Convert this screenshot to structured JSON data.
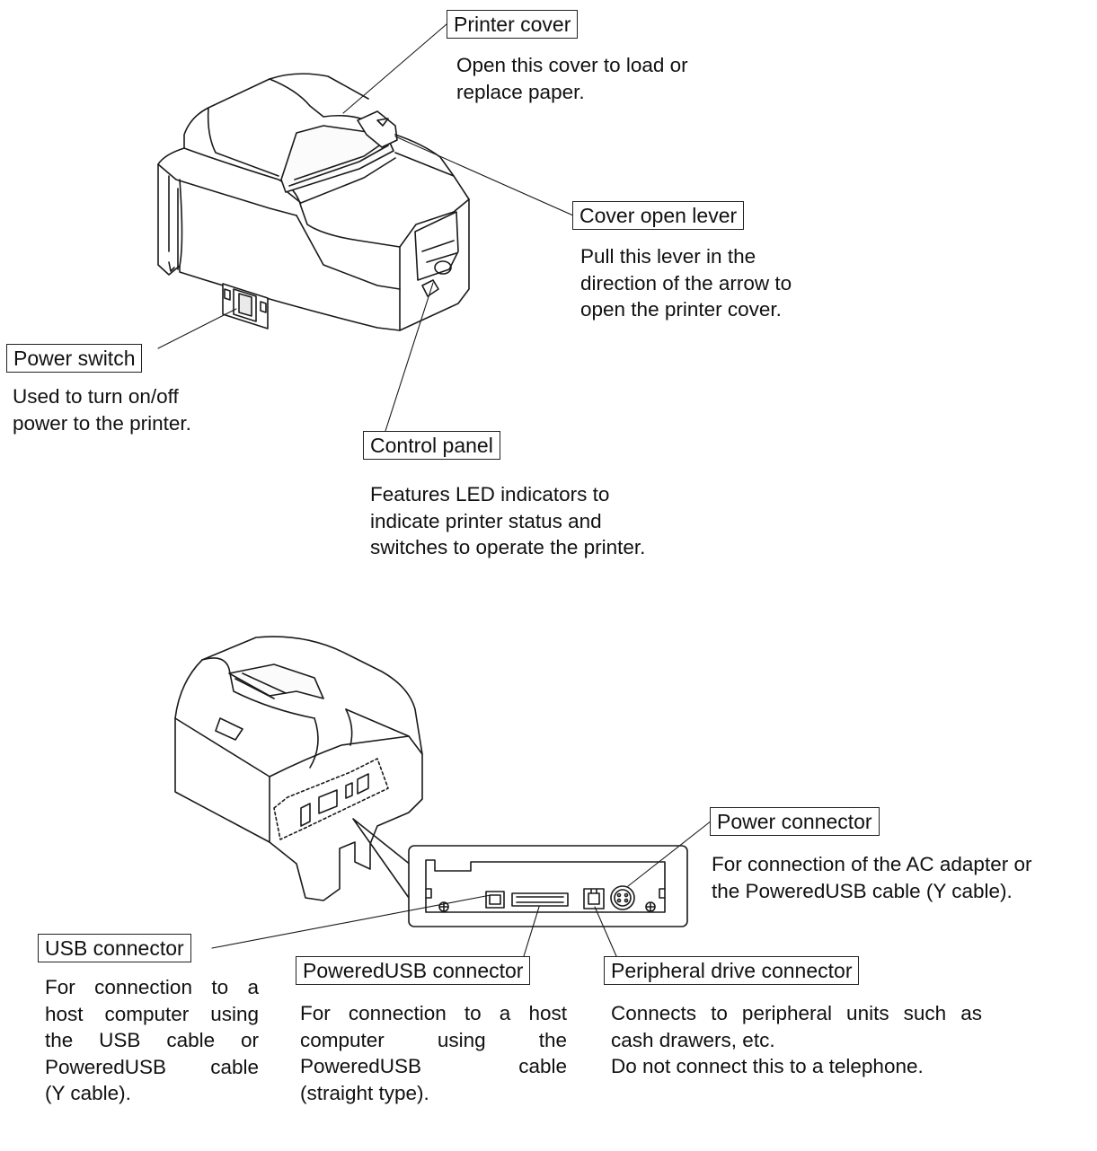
{
  "callouts": {
    "printer_cover": {
      "label": "Printer cover",
      "description": [
        "Open this cover to load or",
        "replace paper."
      ]
    },
    "cover_open_lever": {
      "label": "Cover open lever",
      "description": [
        "Pull this lever in the",
        "direction of the arrow to",
        "open the printer cover."
      ]
    },
    "power_switch": {
      "label": "Power switch",
      "description": [
        "Used to turn on/off",
        "power to the printer."
      ]
    },
    "control_panel": {
      "label": "Control panel",
      "description": [
        "Features LED indicators to",
        "indicate printer status and",
        "switches to operate the printer."
      ]
    },
    "power_connector": {
      "label": "Power connector",
      "description": [
        "For connection of the AC adapter or",
        "the PoweredUSB cable (Y cable)."
      ]
    },
    "usb_connector": {
      "label": "USB connector",
      "description": [
        "For connection to a",
        "host computer using",
        "the USB cable or",
        "PoweredUSB cable",
        "(Y cable)."
      ]
    },
    "poweredusb_connector": {
      "label": "PoweredUSB connector",
      "description": [
        "For connection to a host",
        "computer using the",
        "PoweredUSB cable",
        "(straight type)."
      ]
    },
    "peripheral_drive_connector": {
      "label": "Peripheral drive connector",
      "description": [
        "Connects to peripheral units such as",
        "cash drawers, etc.",
        "Do not connect this to a telephone."
      ]
    }
  }
}
